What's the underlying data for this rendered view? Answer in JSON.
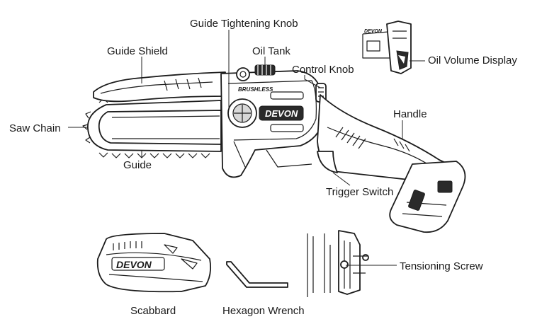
{
  "labels": {
    "guide_tightening_knob": "Guide Tightening Knob",
    "guide_shield": "Guide Shield",
    "oil_tank": "Oil Tank",
    "control_knob": "Control Knob",
    "oil_volume_display": "Oil Volume Display",
    "saw_chain": "Saw Chain",
    "handle": "Handle",
    "guide": "Guide",
    "trigger_switch": "Trigger Switch",
    "tensioning_screw": "Tensioning Screw",
    "scabbard": "Scabbard",
    "hexagon_wrench": "Hexagon Wrench"
  },
  "branding": {
    "body_logo": "DEVON",
    "scabbard_logo": "DEVON",
    "motor_badge": "BRUSHLESS",
    "inset_logo": "DEVON"
  },
  "colors": {
    "line": "#1c1c1c",
    "background": "#ffffff"
  }
}
